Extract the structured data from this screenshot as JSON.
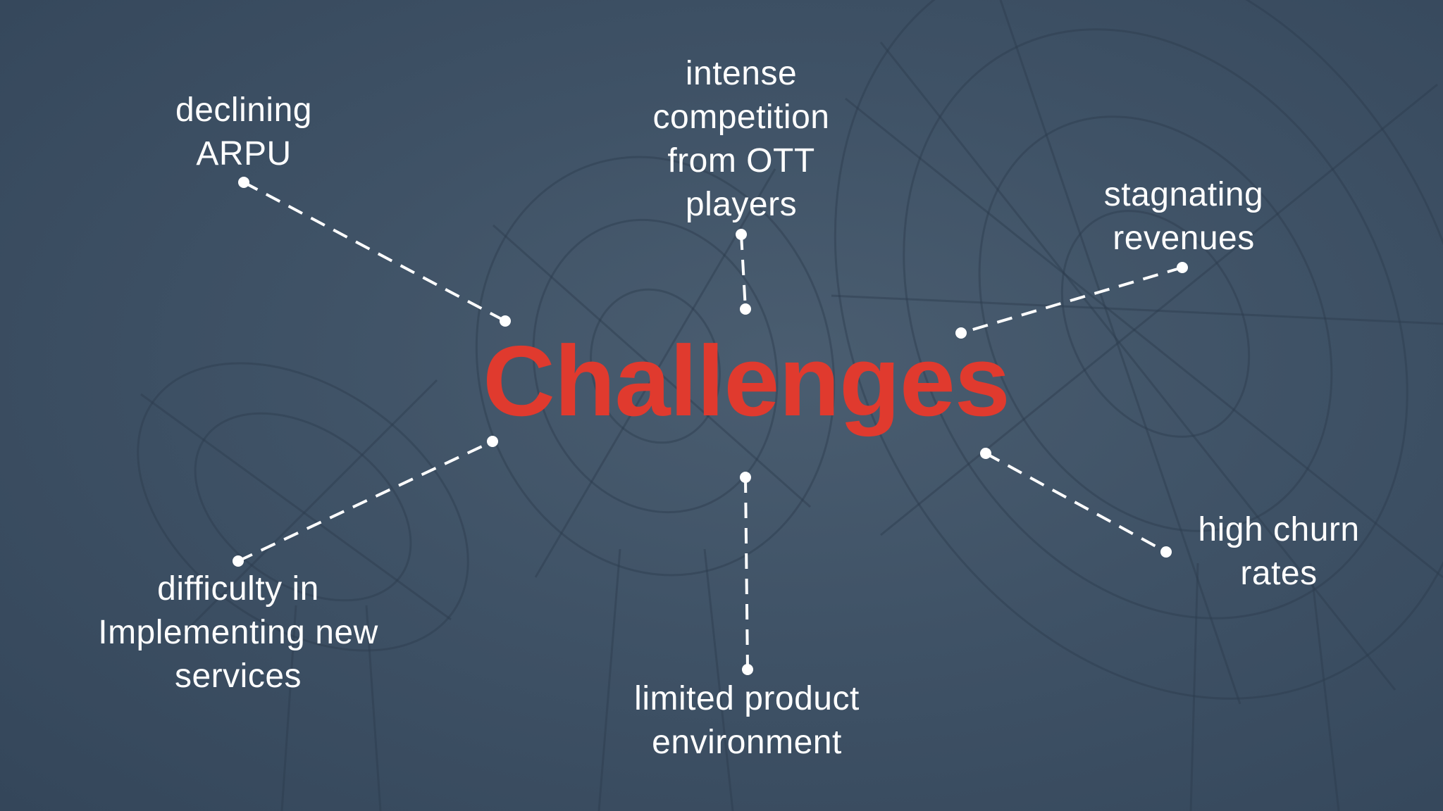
{
  "title": "Challenges",
  "colors": {
    "background": "#3d4f62",
    "title": "#e03a2e",
    "text": "#ffffff",
    "connector": "#ffffff"
  },
  "challenges": [
    {
      "text": "declining\nARPU"
    },
    {
      "text": "intense\ncompetition\nfrom OTT\nplayers"
    },
    {
      "text": "stagnating\nrevenues"
    },
    {
      "text": "high churn\nrates"
    },
    {
      "text": "limited product\nenvironment"
    },
    {
      "text": "difficulty in\nImplementing new\nservices"
    }
  ]
}
